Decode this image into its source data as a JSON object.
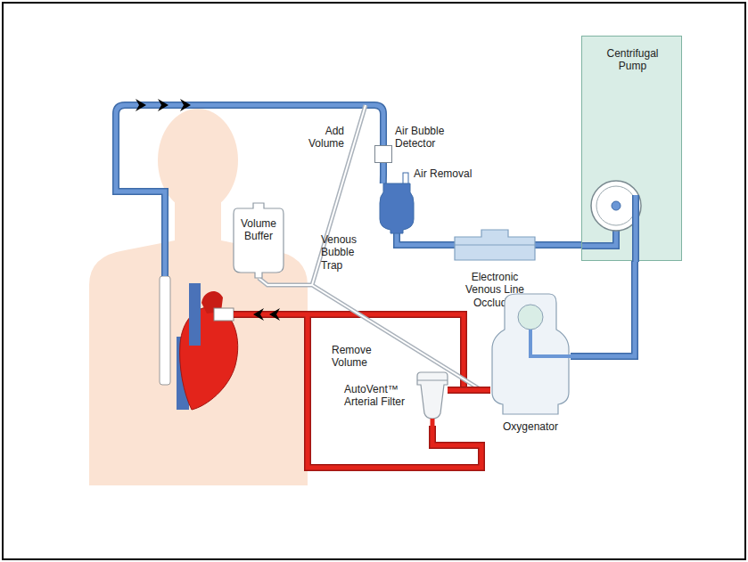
{
  "diagram": {
    "nodes": [
      {
        "text": [
          "Centrifugal Pump"
        ]
      },
      {
        "text": [
          "Air Bubble Detector"
        ]
      },
      {
        "text": [
          "Volume Buffer"
        ]
      },
      {
        "text": [
          "Venous Bubble Trap"
        ]
      },
      {
        "text": [
          "Electronic Venous Line Occluder"
        ]
      },
      {
        "text": [
          "Oxygenator"
        ]
      },
      {
        "text": [
          "AutoVent™ Arterial Filter"
        ]
      }
    ],
    "edges": [
      {
        "from": 1,
        "to": 3,
        "arrow": "none"
      },
      {
        "from": 3,
        "to": 4,
        "arrow": "none"
      },
      {
        "from": 4,
        "to": 0,
        "arrow": "none"
      },
      {
        "from": 0,
        "to": 5,
        "arrow": "none"
      },
      {
        "from": 5,
        "to": 6,
        "arrow": "none"
      }
    ],
    "labels": [
      "Add Volume",
      "Air Removal",
      "Remove Volume"
    ]
  }
}
